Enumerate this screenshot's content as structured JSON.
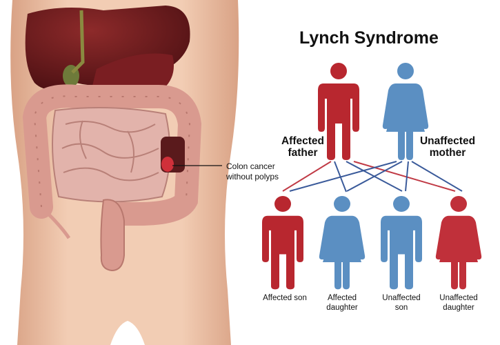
{
  "title": "Lynch Syndrome",
  "annotation": {
    "line1": "Colon cancer",
    "line2": "without polyps"
  },
  "parents": [
    {
      "line1": "Affected",
      "line2": "father",
      "sex": "male",
      "color": "#b8272f"
    },
    {
      "line1": "Unaffected",
      "line2": "mother",
      "sex": "female",
      "color": "#5b8fc2"
    }
  ],
  "children": [
    {
      "line1": "Affected son",
      "line2": "",
      "sex": "male",
      "color": "#b8272f"
    },
    {
      "line1": "Affected",
      "line2": "daughter",
      "sex": "female",
      "color": "#5b8fc2"
    },
    {
      "line1": "Unaffected",
      "line2": "son",
      "sex": "male",
      "color": "#5b8fc2"
    },
    {
      "line1": "Unaffected",
      "line2": "daughter",
      "sex": "female",
      "color": "#c0303a"
    }
  ],
  "colors": {
    "affected": "#b8272f",
    "unaffected": "#5b8fc2",
    "line_red": "#c03a45",
    "line_blue": "#3a5a9a"
  }
}
